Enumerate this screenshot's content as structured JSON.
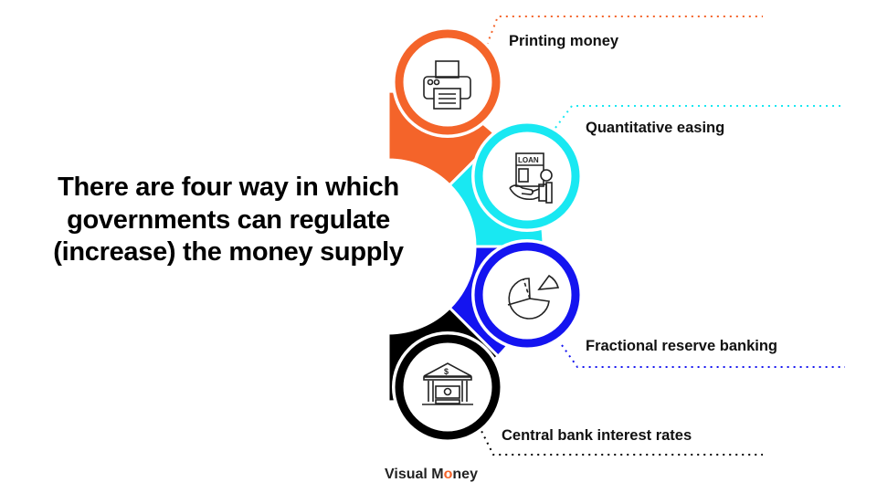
{
  "title": "There are four way in which governments can regulate (increase) the money supply",
  "colors": {
    "orange": "#f4642a",
    "cyan": "#19e8f2",
    "blue": "#1414f0",
    "black": "#000000"
  },
  "items": [
    {
      "label": "Printing money",
      "icon": "printer-icon"
    },
    {
      "label": "Quantitative easing",
      "icon": "loan-hand-icon"
    },
    {
      "label": "Fractional reserve banking",
      "icon": "pie-chart-icon"
    },
    {
      "label": "Central bank interest rates",
      "icon": "bank-money-icon"
    }
  ],
  "logo": {
    "part1": "Visual M",
    "part2": "o",
    "part3": "ney"
  }
}
